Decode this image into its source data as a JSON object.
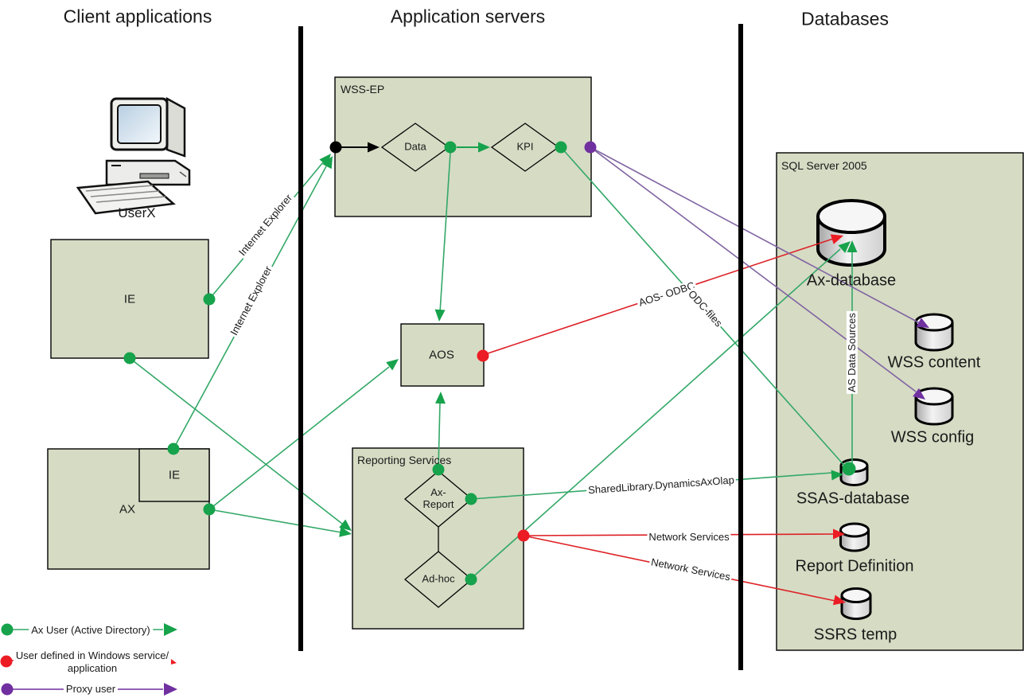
{
  "headers": {
    "client": "Client applications",
    "servers": "Application servers",
    "databases": "Databases"
  },
  "client": {
    "user": "UserX",
    "ie": "IE",
    "ax": "AX",
    "ax_ie": "IE"
  },
  "servers": {
    "wss_ep": {
      "title": "WSS-EP",
      "data": "Data",
      "kpi": "KPI"
    },
    "aos": {
      "title": "AOS"
    },
    "reporting": {
      "title": "Reporting Services",
      "ax_report_l1": "Ax-",
      "ax_report_l2": "Report",
      "ad_hoc": "Ad-hoc"
    }
  },
  "databases": {
    "title": "SQL Server 2005",
    "ax_database": "Ax-database",
    "wss_content": "WSS content",
    "wss_config": "WSS config",
    "ssas_database": "SSAS-database",
    "report_definition": "Report Definition",
    "ssrs_temp": "SSRS temp"
  },
  "edge_labels": {
    "internet_explorer_1": "Internet Explorer",
    "internet_explorer_2": "Internet Explorer",
    "aos_odbc": "AOS- ODBC",
    "odc_files": "ODC-files",
    "as_data_sources": "AS Data Sources",
    "shared_library": "SharedLibrary.DynamicsAxOlap",
    "network_services_1": "Network Services",
    "network_services_2": "Network Services"
  },
  "legend": {
    "ax_user": "Ax User (Active Directory)",
    "win_service_l1": "User defined in Windows service/",
    "win_service_l2": "application",
    "proxy_user": "Proxy user"
  },
  "colors": {
    "green": "#17A24C",
    "green_line": "#33A867",
    "red": "#EC1C24",
    "red_line": "#DD2025",
    "purple": "#7030A0",
    "purple_line": "#8064A2",
    "box_fill": "#D6DBC4"
  }
}
